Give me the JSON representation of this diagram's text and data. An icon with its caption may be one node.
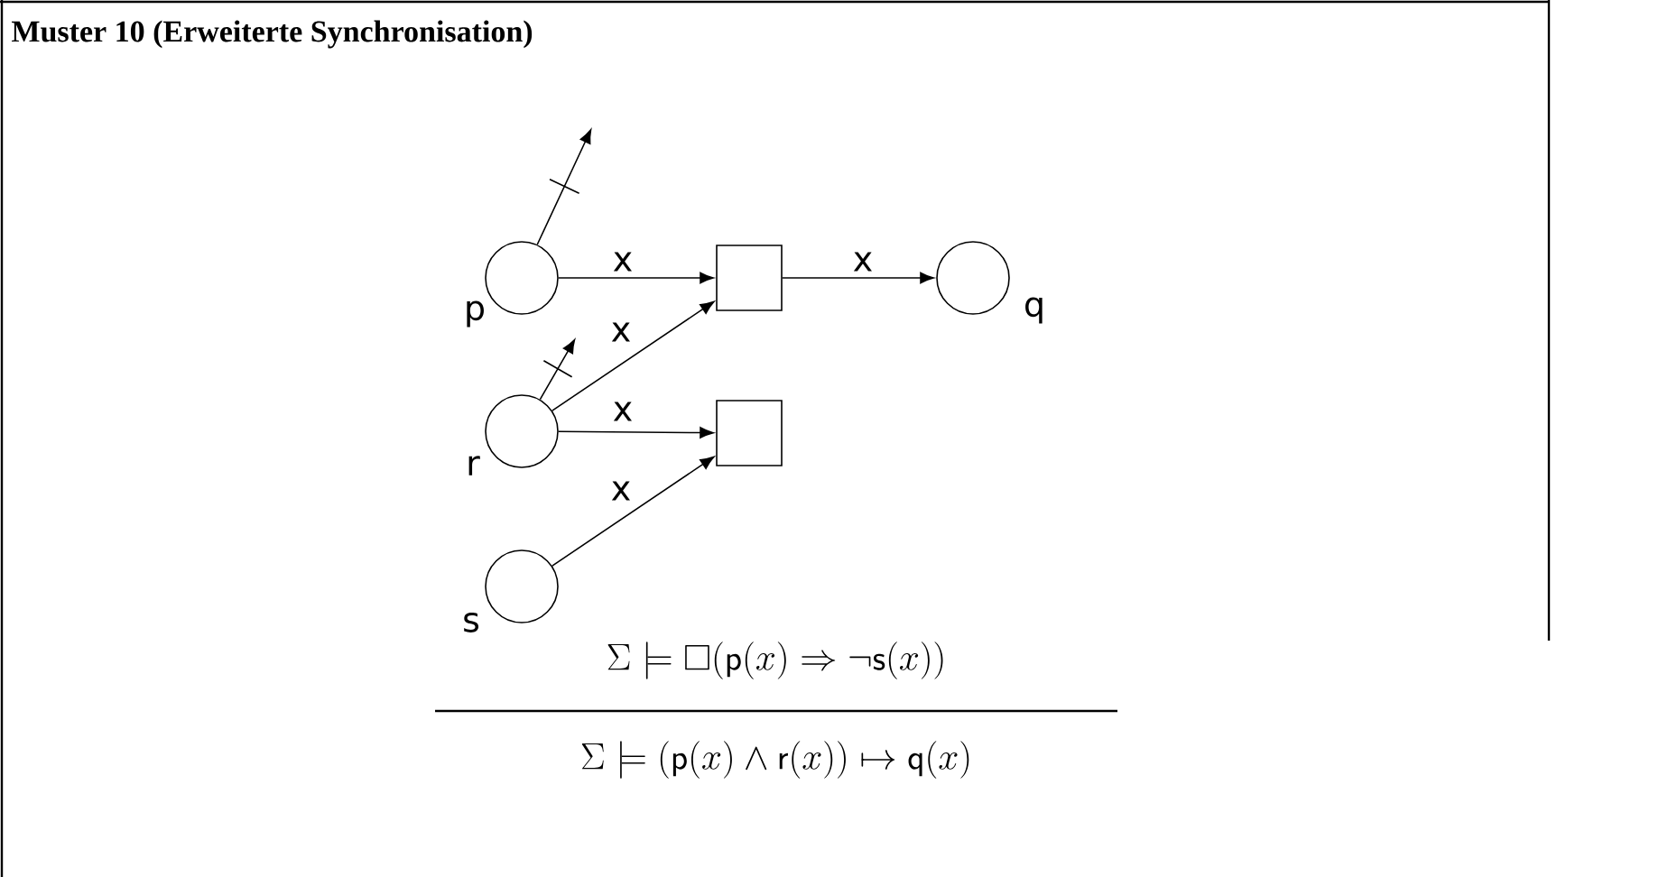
{
  "diagram": {
    "title": "Muster 10 (Erweiterte Synchronisation)",
    "nodes": [
      {
        "text": [],
        "shape": "circle",
        "beside": [
          "p"
        ]
      },
      {
        "text": [],
        "shape": "box"
      },
      {
        "text": [],
        "shape": "circle",
        "beside": [
          "q"
        ]
      },
      {
        "text": [],
        "shape": "circle",
        "beside": [
          "r"
        ]
      },
      {
        "text": [],
        "shape": "box"
      },
      {
        "text": [],
        "shape": "circle",
        "beside": [
          "s"
        ]
      }
    ],
    "edges": [
      {
        "from": 0,
        "to": null,
        "arrow": "to"
      },
      {
        "from": 0,
        "to": 1,
        "arrow": "to",
        "label": "x"
      },
      {
        "from": 1,
        "to": 2,
        "arrow": "to",
        "label": "x"
      },
      {
        "from": 3,
        "to": null,
        "arrow": "to"
      },
      {
        "from": 3,
        "to": 1,
        "arrow": "to",
        "label": "x"
      },
      {
        "from": 3,
        "to": 4,
        "arrow": "to",
        "label": "x"
      },
      {
        "from": 5,
        "to": 4,
        "arrow": "to",
        "label": "x"
      }
    ],
    "labels": [
      "\\Sigma \\models \\Box(\\mathsf{p}(x) \\Rightarrow \\neg\\mathsf{s}(x))",
      "\\Sigma \\models (\\mathsf{p}(x) \\wedge \\mathsf{r}(x)) \\mapsto \\mathsf{q}(x)"
    ]
  }
}
